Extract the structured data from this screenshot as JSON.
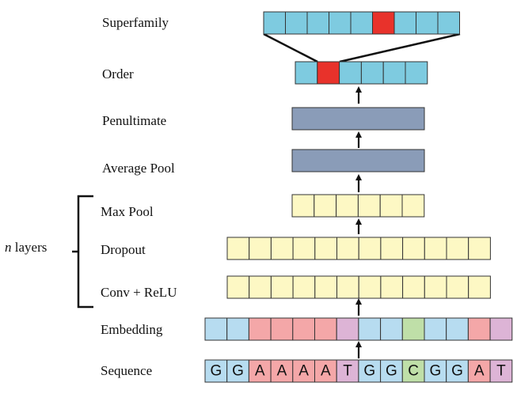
{
  "labels": {
    "superfamily": "Superfamily",
    "order": "Order",
    "penultimate": "Penultimate",
    "average_pool": "Average Pool",
    "max_pool": "Max Pool",
    "dropout": "Dropout",
    "conv_relu": "Conv + ReLU",
    "embedding": "Embedding",
    "sequence": "Sequence"
  },
  "n_layers": {
    "n": "n",
    "rest": " layers"
  },
  "sequence": [
    "G",
    "G",
    "A",
    "A",
    "A",
    "A",
    "T",
    "G",
    "G",
    "C",
    "G",
    "G",
    "A",
    "T"
  ],
  "colors": {
    "blue_cell": "#7ecbe0",
    "red_cell": "#e8322b",
    "dense": "#8a9cb8",
    "yellow": "#fdf8c4",
    "nuc_G": "#b7dcf0",
    "nuc_A": "#f4a7a8",
    "nuc_T": "#ddb4d6",
    "nuc_C": "#bfdfa8"
  },
  "superfamily_highlight_index": 5,
  "order_highlight_index": 1
}
